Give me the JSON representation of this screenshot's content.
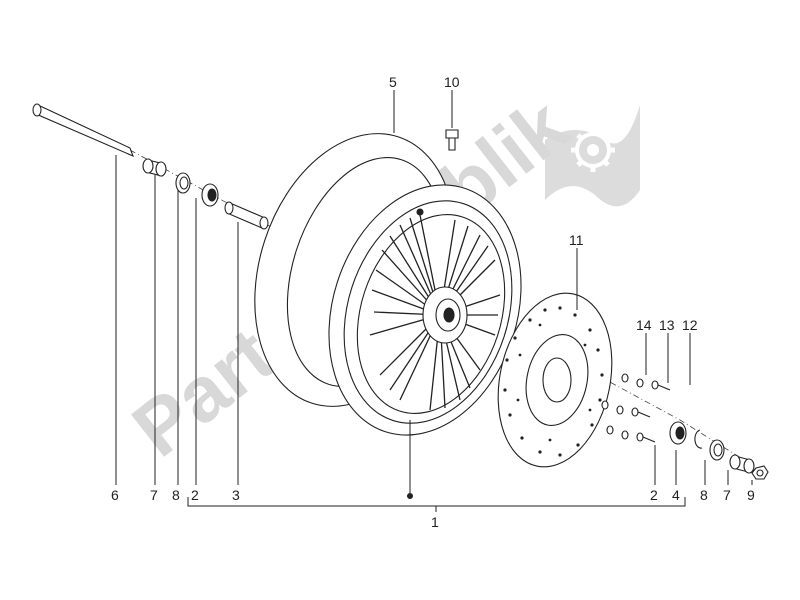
{
  "watermark": {
    "text": "PartsRepublik"
  },
  "callouts": {
    "c1": "1",
    "c2a": "2",
    "c2b": "2",
    "c3": "3",
    "c4": "4",
    "c5": "5",
    "c6": "6",
    "c7a": "7",
    "c7b": "7",
    "c8a": "8",
    "c8b": "8",
    "c9": "9",
    "c10": "10",
    "c11": "11",
    "c12": "12",
    "c13": "13",
    "c14": "14"
  },
  "colors": {
    "line": "#222222",
    "watermark": "#d8d8d8",
    "background": "#ffffff"
  },
  "icons": {
    "logo": "gear-flag-icon"
  }
}
